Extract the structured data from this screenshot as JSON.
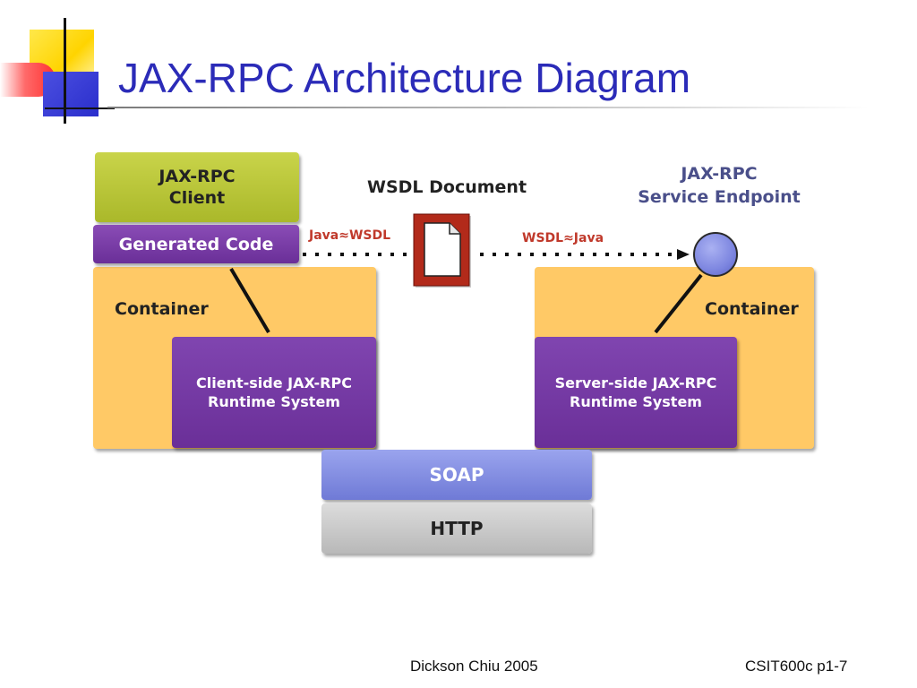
{
  "slide": {
    "title": "JAX-RPC Architecture Diagram",
    "footer_left": "Dickson Chiu 2005",
    "footer_right": "CSIT600c p1-7"
  },
  "diagram": {
    "client_line1": "JAX-RPC",
    "client_line2": "Client",
    "generated_code": "Generated Code",
    "container_left": "Container",
    "container_right": "Container",
    "runtime_client_line1": "Client-side JAX-RPC",
    "runtime_client_line2": "Runtime System",
    "runtime_server_line1": "Server-side JAX-RPC",
    "runtime_server_line2": "Runtime System",
    "soap": "SOAP",
    "http": "HTTP",
    "wsdl_document": "WSDL Document",
    "endpoint_line1": "JAX-RPC",
    "endpoint_line2": "Service Endpoint",
    "java_to_wsdl": "Java≈WSDL",
    "wsdl_to_java": "WSDL≈Java"
  },
  "colors": {
    "title": "#2b2bb8",
    "client": "#aab82a",
    "purple": "#6a2f98",
    "container": "#ffc966",
    "soap": "#7d86e0",
    "http": "#c4c4c4",
    "document": "#b22a1a"
  },
  "icons": [
    "document-icon",
    "endpoint-circle-icon",
    "arrow-right-icon"
  ]
}
